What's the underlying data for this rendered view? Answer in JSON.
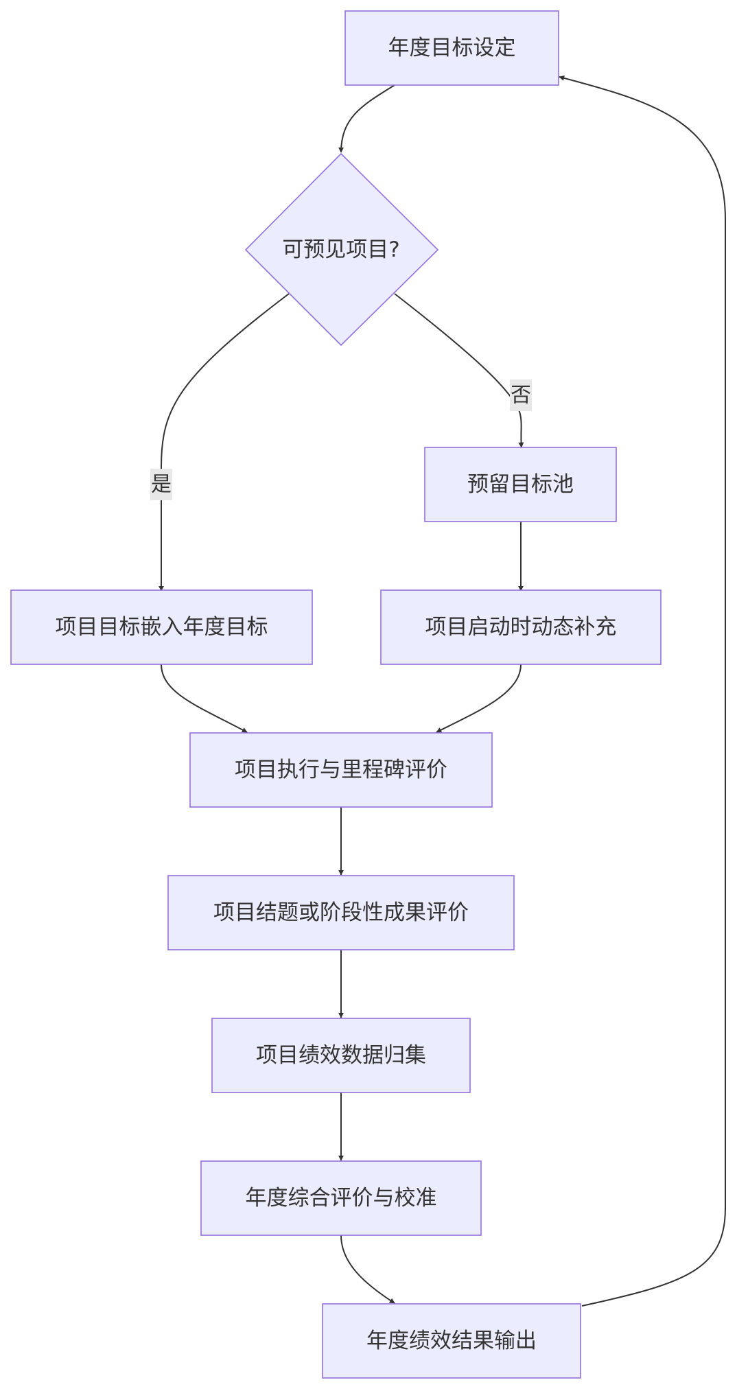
{
  "nodes": {
    "goal_setting": "年度目标设定",
    "decision": "可预见项目?",
    "reserve_pool": "预留目标池",
    "embed_goals": "项目目标嵌入年度目标",
    "dynamic_supplement": "项目启动时动态补充",
    "milestone_eval": "项目执行与里程碑评价",
    "closure_eval": "项目结题或阶段性成果评价",
    "data_collection": "项目绩效数据归集",
    "annual_review": "年度综合评价与校准",
    "annual_output": "年度绩效结果输出"
  },
  "edge_labels": {
    "yes": "是",
    "no": "否"
  },
  "colors": {
    "node_fill": "#ececff",
    "node_stroke": "#9370db",
    "edge": "#333333",
    "text": "#333333",
    "label_bg": "#e8e8e8"
  }
}
